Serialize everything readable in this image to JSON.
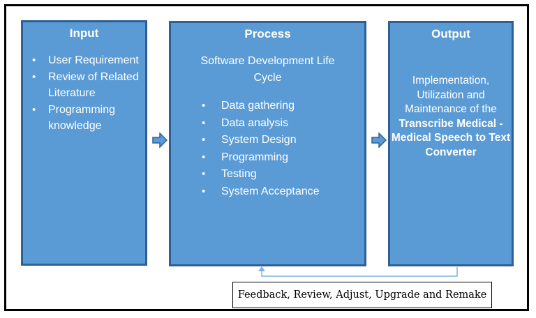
{
  "input": {
    "title": "Input",
    "items": [
      "User Requirement",
      "Review of Related Literature",
      "Programming knowledge"
    ]
  },
  "process": {
    "title": "Process",
    "subtitle": "Software Development Life Cycle",
    "items": [
      "Data gathering",
      "Data analysis",
      "System Design",
      "Programming",
      "Testing",
      "System Acceptance"
    ]
  },
  "output": {
    "title": "Output",
    "text_plain": "Implementation, Utilization and Maintenance of the",
    "text_bold": "Transcribe Medical - Medical Speech to Text Converter"
  },
  "feedback": {
    "label": "Feedback, Review, Adjust, Upgrade and Remake"
  },
  "colors": {
    "box_fill": "#5b9bd5",
    "box_border": "#2e5f95",
    "connector": "#7fb3e0"
  },
  "icons": {
    "arrow": "right-arrow-icon",
    "loop": "feedback-loop-arrow-icon"
  }
}
